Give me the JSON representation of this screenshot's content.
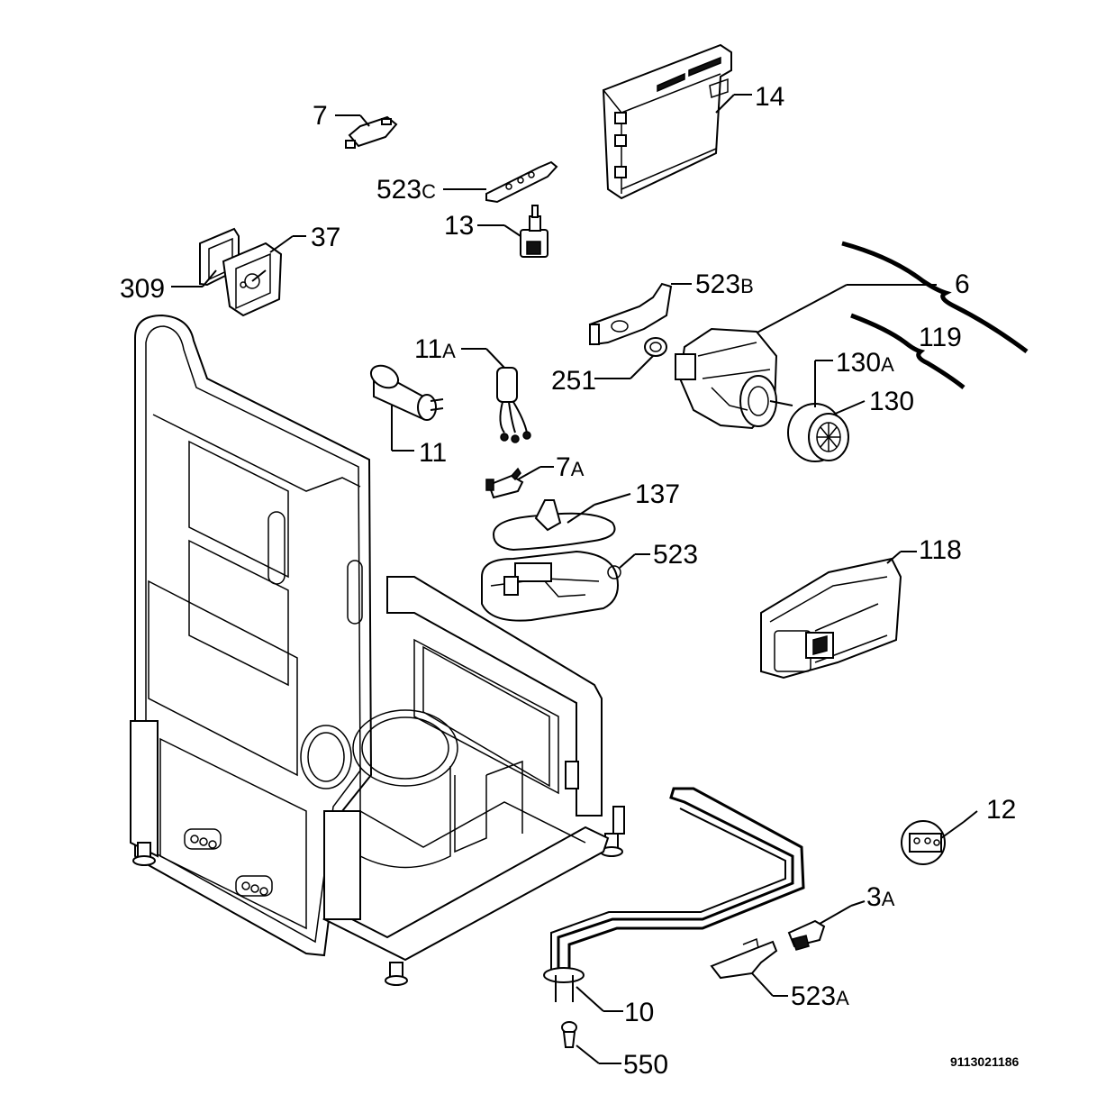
{
  "diagram": {
    "document_id": "9113021186",
    "callouts": {
      "c7": "7",
      "c14": "14",
      "c523c": {
        "num": "523",
        "suffix": "C"
      },
      "c13": "13",
      "c37": "37",
      "c309": "309",
      "c523b": {
        "num": "523",
        "suffix": "B"
      },
      "c6": "6",
      "c119": "119",
      "c11a": {
        "num": "11",
        "suffix": "A"
      },
      "c251": "251",
      "c130a": {
        "num": "130",
        "suffix": "A"
      },
      "c130": "130",
      "c11": "11",
      "c7a": {
        "num": "7",
        "suffix": "A"
      },
      "c137": "137",
      "c523": "523",
      "c118": "118",
      "c12": "12",
      "c3a": {
        "num": "3",
        "suffix": "A"
      },
      "c523a": {
        "num": "523",
        "suffix": "A"
      },
      "c10": "10",
      "c550": "550"
    }
  }
}
